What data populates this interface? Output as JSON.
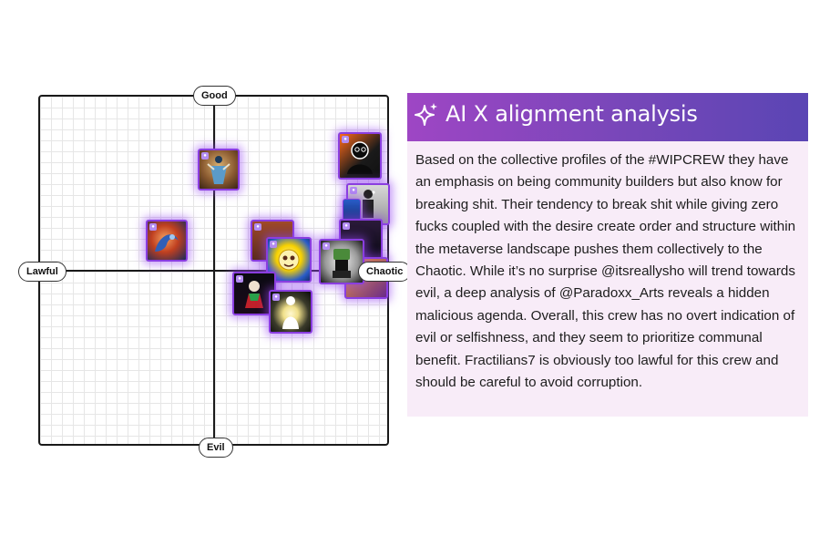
{
  "chart": {
    "axis_labels": {
      "top": "Good",
      "bottom": "Evil",
      "left": "Lawful",
      "right": "Chaotic"
    }
  },
  "panel": {
    "title": "AI X alignment analysis",
    "body": "Based on the collective profiles of the #WIPCREW  they have an emphasis on being  community builders but also know for breaking shit.  Their tendency to break shit while giving zero fucks coupled with the desire create order and structure within the metaverse landscape pushes them collectively to the Chaotic.  While it’s no surprise @itsreallysho will trend towards evil, a deep analysis of @Paradoxx_Arts reveals a hidden malicious agenda.  Overall, this crew has no overt indication of evil or selfishness, and they seem to prioritize communal benefit. Fractilians7 is obviously too lawful for this crew and should be careful to avoid corruption."
  },
  "colors": {
    "header_gradient_start": "#9e46c4",
    "header_gradient_end": "#5a45b4",
    "body_background": "#f8ecf8",
    "avatar_glow": "#8a3ee0"
  }
}
